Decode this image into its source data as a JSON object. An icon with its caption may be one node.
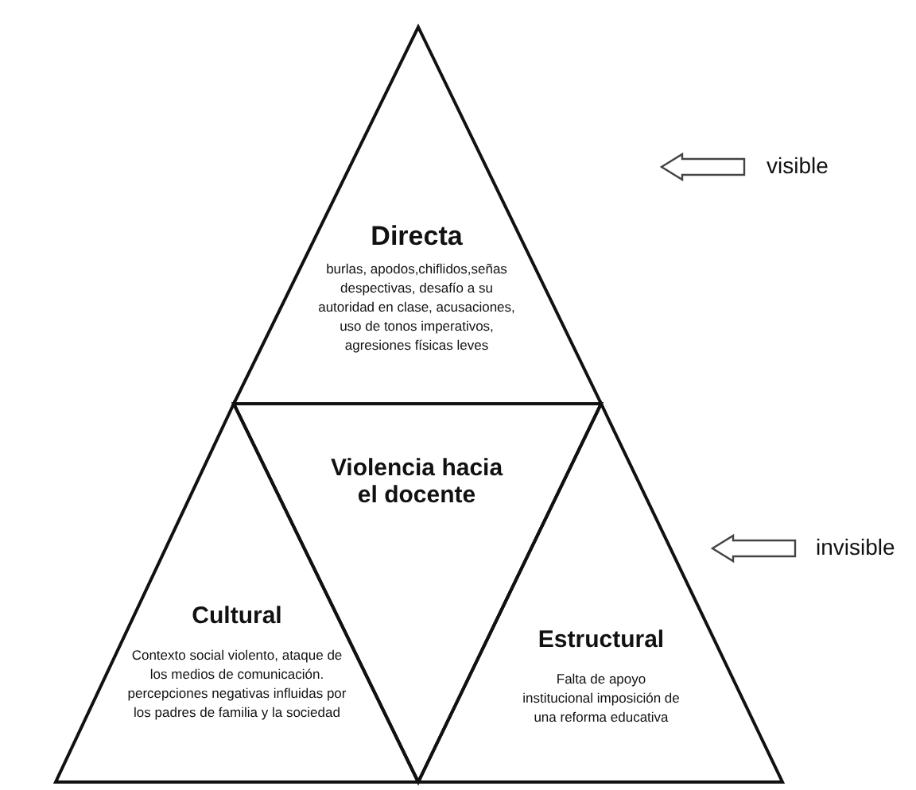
{
  "diagram": {
    "nodes": [
      {
        "text": [
          "Directa",
          "burlas, apodos,chiflidos,señas despectivas, desafío a su autoridad en clase, acusaciones, uso de tonos imperativos, agresiones físicas leves"
        ]
      },
      {
        "text": [
          "Violencia hacia el docente"
        ]
      },
      {
        "text": [
          "Cultural",
          "Contexto social violento, ataque de los medios de comunicación. percepciones negativas influidas por los padres de familia y la sociedad"
        ]
      },
      {
        "text": [
          "Estructural",
          "Falta de apoyo institucional imposición de una reforma educativa"
        ]
      },
      {
        "text": [
          "visible"
        ]
      },
      {
        "text": [
          "invisible"
        ]
      }
    ],
    "edges": [
      {
        "from": 4,
        "to": null,
        "arrow": "to"
      },
      {
        "from": 5,
        "to": null,
        "arrow": "to"
      }
    ]
  }
}
